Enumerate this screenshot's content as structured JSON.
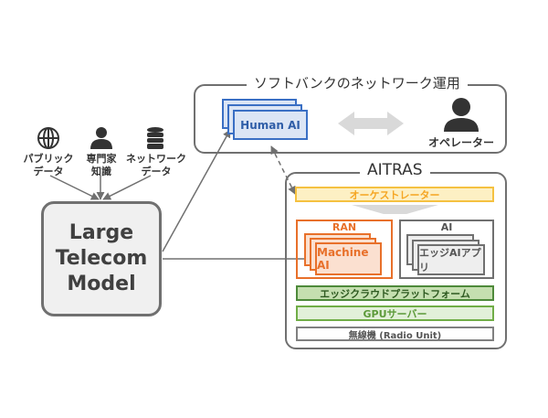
{
  "sources": [
    {
      "icon": "globe-icon",
      "label": "パブリック\nデータ",
      "line1": "パブリック",
      "line2": "データ"
    },
    {
      "icon": "person-icon",
      "line1": "専門家",
      "line2": "知識"
    },
    {
      "icon": "database-icon",
      "line1": "ネットワーク",
      "line2": "データ"
    }
  ],
  "ltm": {
    "line1": "Large",
    "line2": "Telecom",
    "line3": "Model"
  },
  "operations": {
    "title": "ソフトバンクのネットワーク運用",
    "human_ai": "Human AI",
    "operator": "オペレーター"
  },
  "aitras": {
    "title": "AITRAS",
    "orchestrator": "オーケストレーター",
    "ran": {
      "title": "RAN",
      "card": "Machine AI"
    },
    "ai": {
      "title": "AI",
      "card": "エッジAIアプリ"
    },
    "edge_cloud": "エッジクラウドプラットフォーム",
    "gpu": "GPUサーバー",
    "radio": "無線機 (Radio Unit)"
  },
  "colors": {
    "blue": "#3a6fc4",
    "orange": "#e8702a",
    "yellow": "#f5b82e",
    "green_dark": "#4e8a3a",
    "green": "#70ad47",
    "gray": "#707070"
  }
}
